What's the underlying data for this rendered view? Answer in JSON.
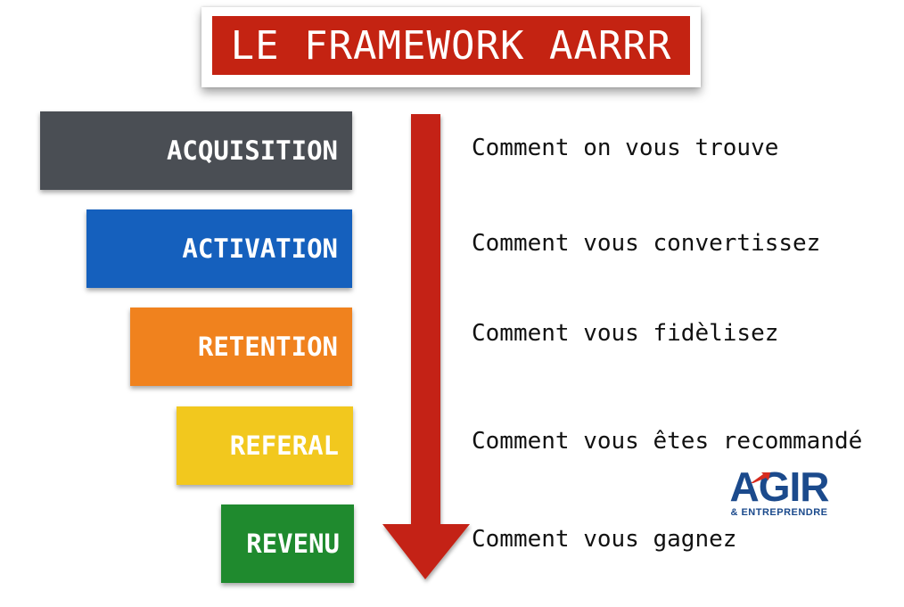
{
  "title": "LE FRAMEWORK AARRR",
  "colors": {
    "title_bg": "#c42312",
    "arrow": "#c42312",
    "acquisition": "#4a4e54",
    "activation": "#1560bd",
    "retention": "#f0821e",
    "referal": "#f2c81e",
    "revenu": "#1f8a2e",
    "logo": "#1b4a8c"
  },
  "stages": [
    {
      "label": "ACQUISITION",
      "description": "Comment on vous trouve",
      "color": "#4a4e54"
    },
    {
      "label": "ACTIVATION",
      "description": "Comment vous convertissez",
      "color": "#1560bd"
    },
    {
      "label": "RETENTION",
      "description": "Comment vous fidèlisez",
      "color": "#f0821e"
    },
    {
      "label": "REFERAL",
      "description": "Comment vous êtes recommandé",
      "color": "#f2c81e"
    },
    {
      "label": "REVENU",
      "description": "Comment vous gagnez",
      "color": "#1f8a2e"
    }
  ],
  "logo": {
    "main": "AGIR",
    "sub": "& ENTREPRENDRE"
  }
}
